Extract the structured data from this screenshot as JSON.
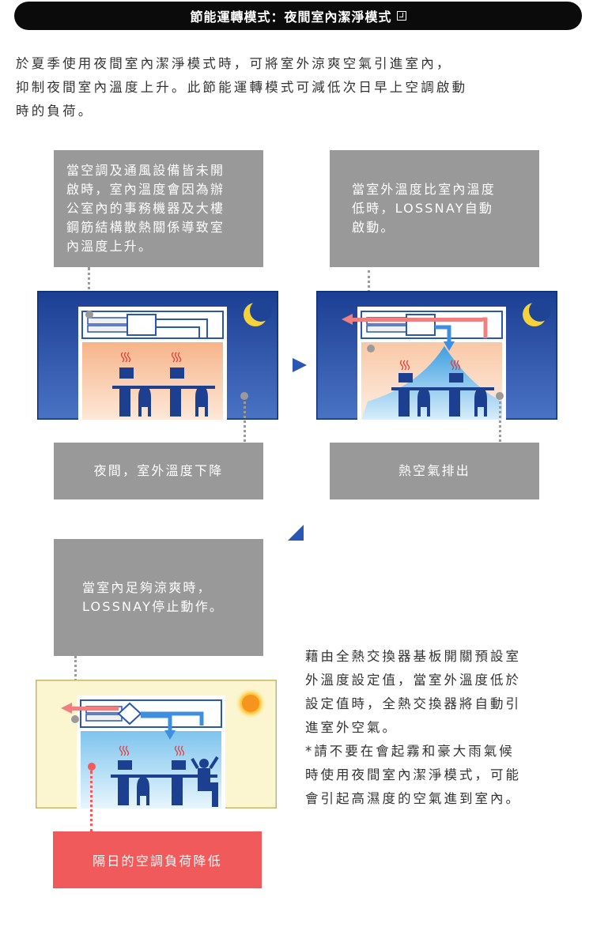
{
  "header": {
    "title": "節能運轉模式：夜間室內潔淨模式",
    "icon": "check-box-icon"
  },
  "intro": {
    "line1": "於夏季使用夜間室內潔淨模式時，可將室外涼爽空氣引進室內，",
    "line2": "抑制夜間室內溫度上升。此節能運轉模式可減低次日早上空調啟動",
    "line3": "時的負荷。"
  },
  "step1": {
    "top_lines": [
      "當空調及通風設備皆未開",
      "啟時，室內溫度會因為辦",
      "公室內的事務機器及大樓",
      "鋼筋結構散熱關係導致室",
      "內溫度上升。"
    ],
    "bottom": "夜間，室外溫度下降"
  },
  "step2": {
    "top_lines": [
      "當室外溫度比室內溫度",
      "低時，LOSSNAY自動",
      "啟動。"
    ],
    "bottom": "熱空氣排出"
  },
  "step3": {
    "top_lines": [
      "當室內足夠涼爽時，",
      "LOSSNAY停止動作。"
    ],
    "bottom": "隔日的空調負荷降低"
  },
  "side": {
    "lines": [
      "藉由全熱交換器基板開關預設室",
      "外溫度設定值，當室外溫度低於",
      "設定值時，全熱交換器將自動引",
      "進室外空氣。",
      "*請不要在會起霧和豪大雨氣候",
      "時使用夜間室內潔淨模式，可能",
      "會引起高濕度的空氣進到室內。"
    ]
  },
  "colors": {
    "header_bg": "#0b0b0b",
    "gray_box": "#999999",
    "red_box": "#f05a5a",
    "night_blue": "#1c4aa0",
    "day_yellow": "#fbf6cf",
    "arrow_blue": "#2a57b5"
  },
  "icons": [
    "moon-icon",
    "sun-icon",
    "heat-icon",
    "duct-icon",
    "arrow-right-icon",
    "arrow-down-right-icon"
  ]
}
